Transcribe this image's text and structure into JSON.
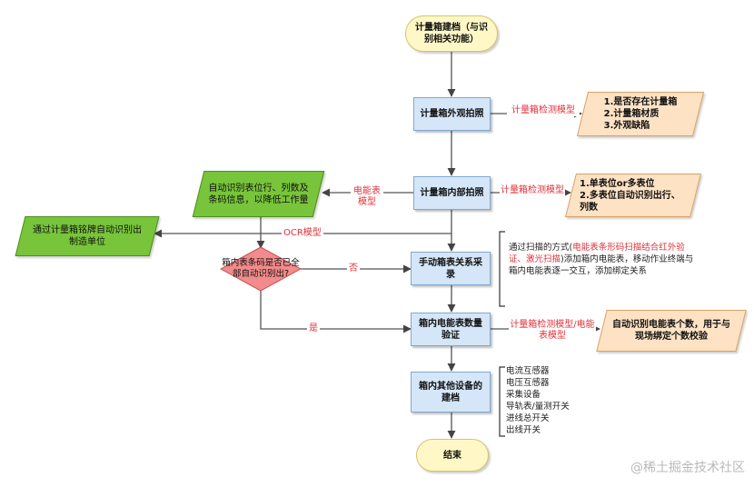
{
  "nodes": {
    "start": "计量箱建档（与识别相关功能）",
    "photo_outer": "计量箱外观拍照",
    "photo_inner": "计量箱内部拍照",
    "manual_record": "手动箱表关系采录",
    "verify": "箱内电能表数量验证",
    "other_devices": "箱内其他设备的建档",
    "end": "结束",
    "decision": "箱内表条码是否已全部自动识别出?"
  },
  "outputs": {
    "outer_result": [
      "1.是否存在计量箱",
      "2.计量箱材质",
      "3.外观缺陷"
    ],
    "inner_result": [
      "1.单表位or多表位",
      "2.多表位自动识别出行、列数"
    ],
    "verify_result": "自动识别电能表个数，用于与现场绑定个数校验",
    "meter_info": "自动识别表位行、列数及条码信息，以降低工作量",
    "nameplate": "通过计量箱铭牌自动识别出制造单位"
  },
  "edge_labels": {
    "model_outer": "计量箱检测模型",
    "model_inner": "计量箱检测模型",
    "model_meter": "电能表模型",
    "ocr": "OCR模型",
    "no": "否",
    "yes": "是",
    "model_verify": "计量箱检测模型/电能表模型"
  },
  "notes": {
    "scan_prefix": "通过扫描的方式(",
    "scan_highlight": "电能表条形码扫描结合红外验证、激光扫描",
    "scan_suffix": ")添加箱内电能表，移动作业终端与箱内电能表逐一交互，添加绑定关系",
    "devices": [
      "电流互感器",
      "电压互感器",
      "采集设备",
      "导轨表/量测开关",
      "进线总开关",
      "出线开关"
    ]
  },
  "watermark": "@稀土掘金技术社区",
  "colors": {
    "process_fill": "#d4e6f7",
    "terminal_fill": "#fff8c6",
    "output_fill": "#fde2c4",
    "green_fill": "#78c43a",
    "decision_fill": "#f28b8b",
    "label_red": "#e0313a"
  }
}
